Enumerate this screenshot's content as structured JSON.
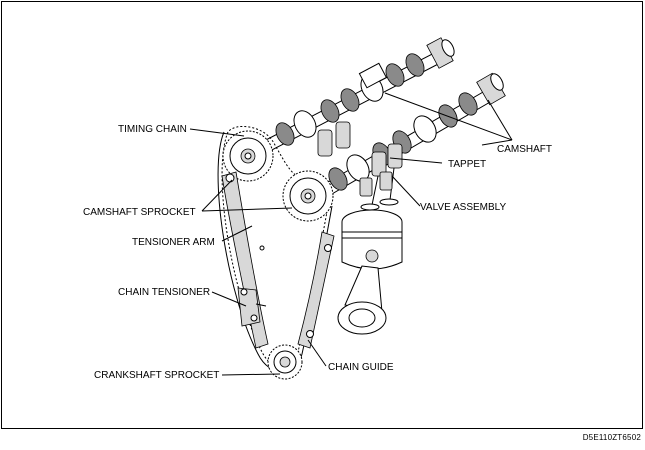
{
  "labels": {
    "timing_chain": "TIMING CHAIN",
    "camshaft": "CAMSHAFT",
    "tappet": "TAPPET",
    "camshaft_sprocket": "CAMSHAFT SPROCKET",
    "valve_assembly": "VALVE ASSEMBLY",
    "tensioner_arm": "TENSIONER ARM",
    "chain_tensioner": "CHAIN TENSIONER",
    "chain_guide": "CHAIN GUIDE",
    "crankshaft_sprocket": "CRANKSHAFT SPROCKET"
  },
  "figure_code": "D5E110ZT6502"
}
